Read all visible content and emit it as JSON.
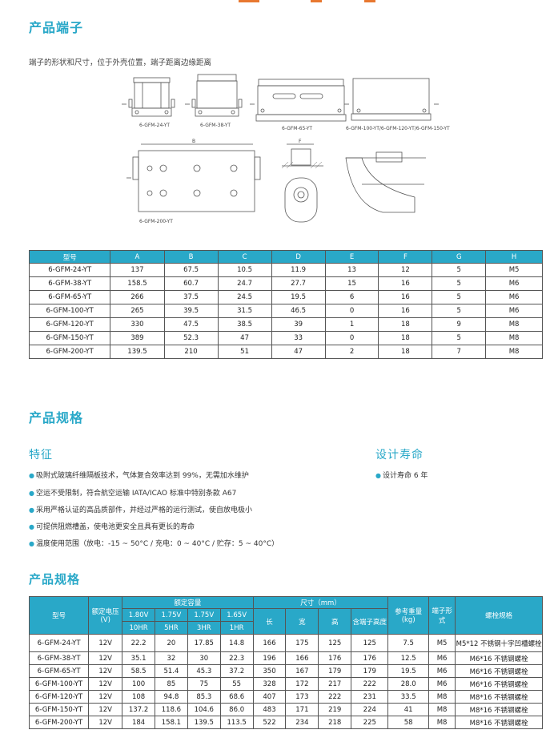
{
  "section_terminal": {
    "title": "产品端子",
    "description": "端子的形状和尺寸，位于外壳位置，端子距离边缘距离",
    "drawing_labels": [
      "6-GFM-24-YT",
      "6-GFM-38-YT",
      "6-GFM-65-YT",
      "6-GFM-100-YT/6-GFM-120-YT/6-GFM-150-YT",
      "6-GFM-200-YT"
    ],
    "dimension_letters": [
      "B",
      "F"
    ],
    "table": {
      "headers": [
        "型号",
        "A",
        "B",
        "C",
        "D",
        "E",
        "F",
        "G",
        "H"
      ],
      "rows": [
        [
          "6-GFM-24-YT",
          "137",
          "67.5",
          "10.5",
          "11.9",
          "13",
          "12",
          "5",
          "M5"
        ],
        [
          "6-GFM-38-YT",
          "158.5",
          "60.7",
          "24.7",
          "27.7",
          "15",
          "16",
          "5",
          "M6"
        ],
        [
          "6-GFM-65-YT",
          "266",
          "37.5",
          "24.5",
          "19.5",
          "6",
          "16",
          "5",
          "M6"
        ],
        [
          "6-GFM-100-YT",
          "265",
          "39.5",
          "31.5",
          "46.5",
          "0",
          "16",
          "5",
          "M6"
        ],
        [
          "6-GFM-120-YT",
          "330",
          "47.5",
          "38.5",
          "39",
          "1",
          "18",
          "9",
          "M8"
        ],
        [
          "6-GFM-150-YT",
          "389",
          "52.3",
          "47",
          "33",
          "0",
          "18",
          "5",
          "M8"
        ],
        [
          "6-GFM-200-YT",
          "139.5",
          "210",
          "51",
          "47",
          "2",
          "18",
          "7",
          "M8"
        ]
      ]
    }
  },
  "section_spec": {
    "title": "产品规格",
    "features_title": "特征",
    "features": [
      "吸附式玻璃纤维隔板技术，气体复合效率达到 99%，无需加水维护",
      "空运不受限制，符合航空运输 IATA/ICAO 标准中特别条款 A67",
      "采用严格认证的高品质部件，并经过严格的运行测试，使自放电极小",
      "可提供阻燃槽盖，使电池更安全且具有更长的寿命",
      "温度使用范围（放电：-15 ~ 50°C / 充电：0 ~ 40°C / 贮存：5 ~ 40°C）"
    ],
    "life_title": "设计寿命",
    "life_items": [
      "设计寿命 6 年"
    ]
  },
  "section_table": {
    "title": "产品规格",
    "headers": {
      "model": "型号",
      "voltage": "额定电压 (V)",
      "capacity": "额定容量",
      "cap_volts": [
        "1.80V",
        "1.75V",
        "1.75V",
        "1.65V"
      ],
      "cap_hours": [
        "10HR",
        "5HR",
        "3HR",
        "1HR"
      ],
      "size": "尺寸（mm）",
      "size_cols": [
        "长",
        "宽",
        "高",
        "含端子高度"
      ],
      "weight": "参考重量 (kg)",
      "terminal": "端子形式",
      "bolt": "螺栓规格"
    },
    "rows": [
      [
        "6-GFM-24-YT",
        "12V",
        "22.2",
        "20",
        "17.85",
        "14.8",
        "166",
        "175",
        "125",
        "125",
        "7.5",
        "M5",
        "M5*12 不锈钢十字凹槽螺栓"
      ],
      [
        "6-GFM-38-YT",
        "12V",
        "35.1",
        "32",
        "30",
        "22.3",
        "196",
        "166",
        "176",
        "176",
        "12.5",
        "M6",
        "M6*16 不锈钢螺栓"
      ],
      [
        "6-GFM-65-YT",
        "12V",
        "58.5",
        "51.4",
        "45.3",
        "37.2",
        "350",
        "167",
        "179",
        "179",
        "19.5",
        "M6",
        "M6*16 不锈钢螺栓"
      ],
      [
        "6-GFM-100-YT",
        "12V",
        "100",
        "85",
        "75",
        "55",
        "328",
        "172",
        "217",
        "222",
        "28.0",
        "M6",
        "M6*16 不锈钢螺栓"
      ],
      [
        "6-GFM-120-YT",
        "12V",
        "108",
        "94.8",
        "85.3",
        "68.6",
        "407",
        "173",
        "222",
        "231",
        "33.5",
        "M8",
        "M8*16 不锈钢螺栓"
      ],
      [
        "6-GFM-150-YT",
        "12V",
        "137.2",
        "118.6",
        "104.6",
        "86.0",
        "483",
        "171",
        "219",
        "224",
        "41",
        "M8",
        "M8*16 不锈钢螺栓"
      ],
      [
        "6-GFM-200-YT",
        "12V",
        "184",
        "158.1",
        "139.5",
        "113.5",
        "522",
        "234",
        "218",
        "225",
        "58",
        "M8",
        "M8*16 不锈钢螺栓"
      ]
    ]
  },
  "colors": {
    "accent": "#29a8c8",
    "top_bar": "#e87830"
  }
}
